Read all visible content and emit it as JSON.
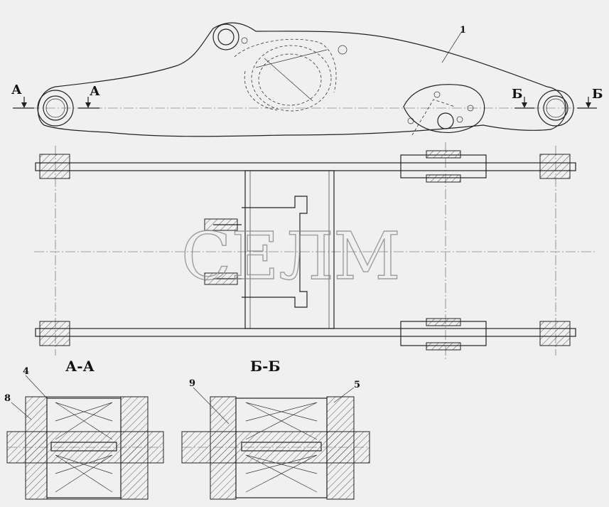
{
  "drawing": {
    "section_labels": {
      "a_left": "А",
      "a_right": "А",
      "b_left": "Б",
      "b_right": "Б"
    },
    "callouts": {
      "part_1": "1",
      "part_4": "4",
      "part_5": "5",
      "part_8": "8",
      "part_9": "9"
    },
    "section_titles": {
      "aa": "А-А",
      "bb": "Б-Б"
    },
    "watermark": "СЕЛМ"
  }
}
